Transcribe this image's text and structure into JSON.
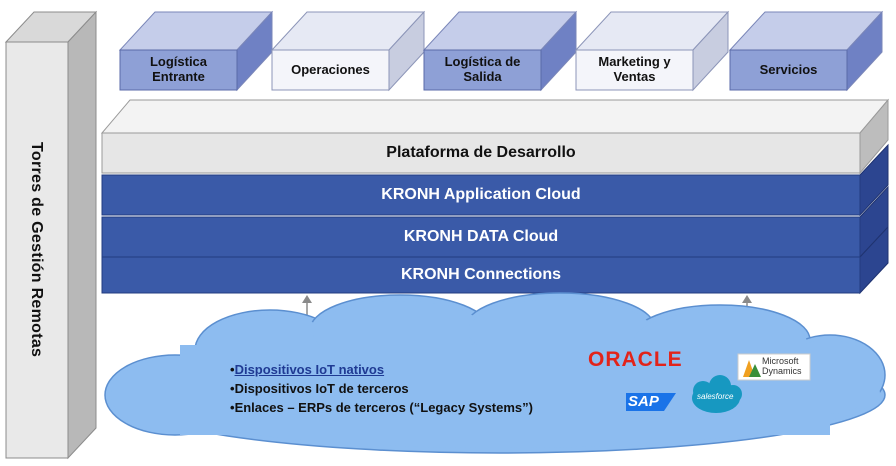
{
  "tower": {
    "label": "Torres de Gestión Remotas"
  },
  "top_blocks": [
    {
      "line1": "Logística",
      "line2": "Entrante"
    },
    {
      "line1": "Operaciones",
      "line2": ""
    },
    {
      "line1": "Logística de",
      "line2": "Salida"
    },
    {
      "line1": "Marketing y",
      "line2": "Ventas"
    },
    {
      "line1": "Servicios",
      "line2": ""
    }
  ],
  "platform": {
    "label": "Plataforma de Desarrollo"
  },
  "layers": [
    {
      "label": "KRONH Application Cloud"
    },
    {
      "label": "KRONH DATA Cloud"
    },
    {
      "label": "KRONH Connections"
    }
  ],
  "cloud": {
    "items": [
      "Dispositivos IoT nativos",
      "Dispositivos IoT de terceros",
      "Enlaces – ERPs de terceros (“Legacy Systems”)"
    ]
  },
  "logos": {
    "oracle": "ORACLE",
    "microsoft_line1": "Microsoft",
    "microsoft_line2": "Dynamics",
    "sap": "SAP",
    "salesforce": "salesforce"
  },
  "colors": {
    "top_face_light": "#cfd6ee",
    "front_blue_light": "#8ea0d6",
    "front_white": "#f2f4fa",
    "layer_blue": "#3a5aa8",
    "layer_dark": "#2c4590",
    "platform_gray": "#e6e6e6",
    "cloud_blue": "#8dbcf0"
  }
}
